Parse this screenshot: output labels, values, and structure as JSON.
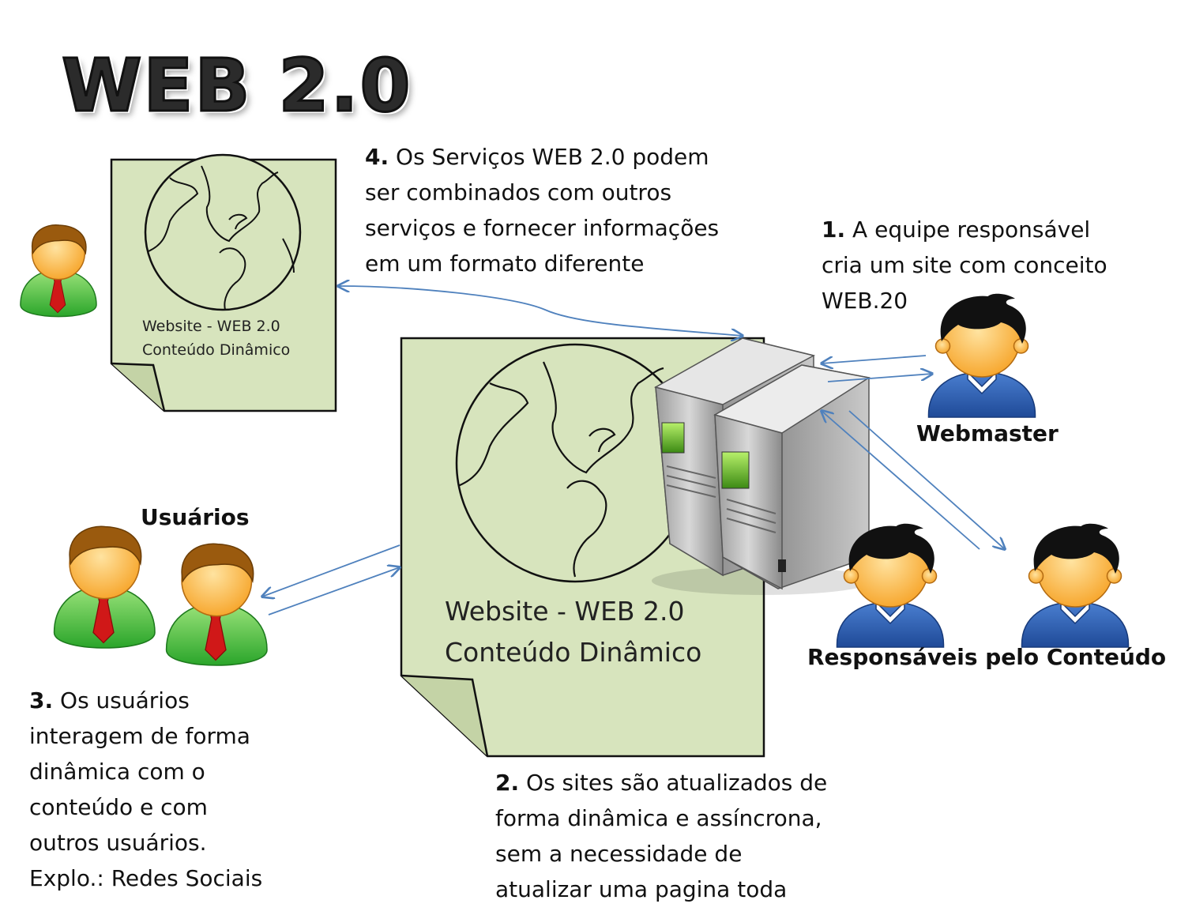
{
  "title": "WEB 2.0",
  "steps": [
    {
      "num": "1.",
      "lines": [
        "A equipe responsável",
        "cria um site com conceito",
        "WEB.20"
      ]
    },
    {
      "num": "2.",
      "lines": [
        "Os sites são atualizados de",
        "forma dinâmica e assíncrona,",
        "sem a necessidade de",
        "atualizar uma pagina toda"
      ]
    },
    {
      "num": "3.",
      "lines": [
        "Os usuários",
        "interagem de forma",
        "dinâmica com o",
        "conteúdo e com",
        "outros usuários.",
        "Explo.: Redes Sociais"
      ]
    },
    {
      "num": "4.",
      "lines": [
        "Os Serviços WEB 2.0 podem",
        "ser combinados com outros",
        "serviços e fornecer informações",
        "em um formato diferente"
      ]
    }
  ],
  "labels": {
    "webmaster": "Webmaster",
    "usuarios": "Usuários",
    "responsaveis": "Responsáveis pelo Conteúdo"
  },
  "documents": {
    "small": {
      "line1": "Website - WEB 2.0",
      "line2": "Conteúdo Dinâmico"
    },
    "big": {
      "line1": "Website - WEB 2.0",
      "line2": "Conteúdo Dinâmico"
    }
  },
  "colors": {
    "doc_fill": "#d7e4bd",
    "arrow": "#4f81bd",
    "user_green": "#4cc24a",
    "user_blue": "#2f5fb0",
    "skin": "#ffc866",
    "hair_brown": "#9a5a0e",
    "hair_black": "#111111",
    "tie_red": "#d01818"
  }
}
